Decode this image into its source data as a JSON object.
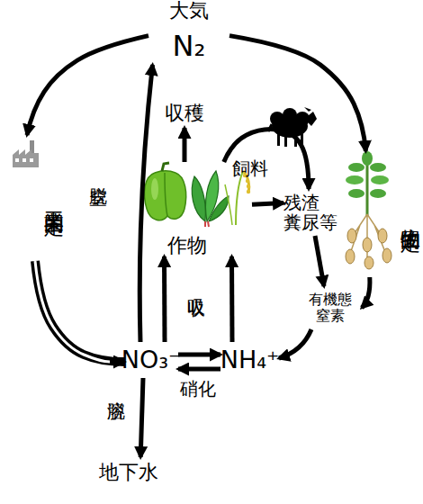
{
  "diagram": {
    "nodes": [
      {
        "text": [
          "大気",
          "N₂"
        ]
      },
      {
        "text": [
          "工業的固定"
        ]
      },
      {
        "text": [
          "収穫"
        ]
      },
      {
        "text": [
          "作物"
        ]
      },
      {
        "text": [
          "残渣 糞尿等"
        ]
      },
      {
        "text": [
          "生物的固定"
        ]
      },
      {
        "text": [
          "有機態 窒素"
        ]
      },
      {
        "text": [
          "NO₃⁻"
        ]
      },
      {
        "text": [
          "NH₄⁺"
        ]
      },
      {
        "text": [
          "地下水"
        ]
      }
    ],
    "edges": [
      {
        "from": 0,
        "to": 1,
        "arrow": "to"
      },
      {
        "from": 1,
        "to": 7,
        "arrow": "to"
      },
      {
        "from": 7,
        "to": 0,
        "label": "脱窒",
        "arrow": "to"
      },
      {
        "from": 0,
        "to": 5,
        "arrow": "to"
      },
      {
        "from": 5,
        "to": 6,
        "arrow": "to"
      },
      {
        "from": 3,
        "to": 2,
        "arrow": "to"
      },
      {
        "from": 3,
        "to": 4,
        "label": "飼料",
        "arrow": "to"
      },
      {
        "from": 3,
        "to": 4,
        "arrow": "to"
      },
      {
        "from": 4,
        "to": 6,
        "arrow": "to"
      },
      {
        "from": 6,
        "to": 8,
        "arrow": "to"
      },
      {
        "from": 7,
        "to": 3,
        "arrow": "to"
      },
      {
        "from": 8,
        "to": 3,
        "arrow": "to"
      },
      {
        "from": 7,
        "to": 8,
        "arrow": "to"
      },
      {
        "from": 8,
        "to": 7,
        "label": "硝化",
        "arrow": "to"
      },
      {
        "from": 7,
        "to": 9,
        "label": "溶脱",
        "arrow": "to"
      }
    ],
    "labels": [
      "吸収"
    ]
  }
}
